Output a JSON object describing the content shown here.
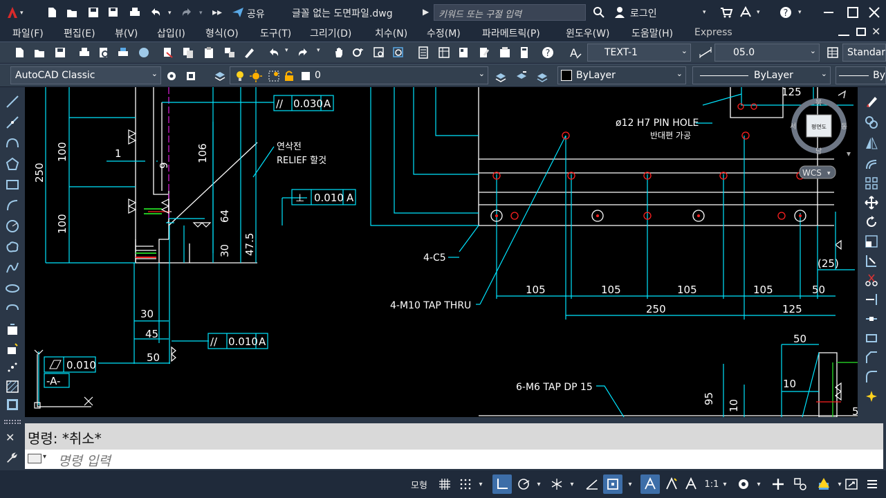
{
  "title_bar": {
    "file_title": "글꼴 없는 도면파일.dwg",
    "share_label": "공유",
    "search_placeholder": "키워드 또는 구절 입력",
    "login_label": "로그인"
  },
  "menu": [
    "파일(F)",
    "편집(E)",
    "뷰(V)",
    "삽입(I)",
    "형식(O)",
    "도구(T)",
    "그리기(D)",
    "치수(N)",
    "수정(M)",
    "파라메트릭(P)",
    "윈도우(W)",
    "도움말(H)",
    "Express"
  ],
  "toolbar1": {
    "text_style": "TEXT-1",
    "dim_style": "05.0",
    "table_style": "Standar"
  },
  "toolbar2": {
    "workspace": "AutoCAD Classic",
    "layer": "0",
    "color": "ByLayer",
    "linetype": "ByLayer",
    "lineweight": "By"
  },
  "drawing": {
    "labels": {
      "tol1_sym": "//",
      "tol1_val": "0.030",
      "tol1_ref": "A",
      "tol2_sym": "⊥",
      "tol2_val": "0.010",
      "tol2_ref": "A",
      "tol3_sym": "//",
      "tol3_val": "0.010",
      "tol3_ref": "A",
      "tol4_val": "0.010",
      "datum": "-A-",
      "note_kr1": "연삭전",
      "note_relief": "RELIEF 할것",
      "pin_hole": "ø12 H7 PIN HOLE",
      "pin_note": "반대편 가공",
      "c5": "4-C5",
      "m10": "4-M10 TAP THRU",
      "m6": "6-M6 TAP DP 15",
      "wcs": "WCS",
      "viewcube_face": "평면도",
      "vc_left": "서",
      "vc_right": "동",
      "vc_top": "북",
      "vc_bottom": "남"
    },
    "dims": {
      "d250": "250",
      "d100a": "100",
      "d100b": "100",
      "d1": "1",
      "d9": "9",
      "d106": "106",
      "d64": "64",
      "d30v": "30",
      "d475": "47.5",
      "d30": "30",
      "d45": "45",
      "d50": "50",
      "d125top": "125",
      "d25": "(25)",
      "d105a": "105",
      "d105b": "105",
      "d105c": "105",
      "d105d": "105",
      "d50r": "50",
      "d250b": "250",
      "d125b": "125",
      "d50c": "50",
      "d10": "10",
      "d95": "95",
      "d10v": "10",
      "d5": "5"
    }
  },
  "command": {
    "history": "명령:  *취소*",
    "prompt_placeholder": "명령 입력"
  },
  "status": {
    "model_label": "모형",
    "scale_label": "1:1"
  },
  "colors": {
    "accent": "#3d6ea8",
    "dim": "#00e5ff",
    "holes": "#ff2020",
    "drawing_bg": "#000000",
    "text": "#ffffff"
  }
}
